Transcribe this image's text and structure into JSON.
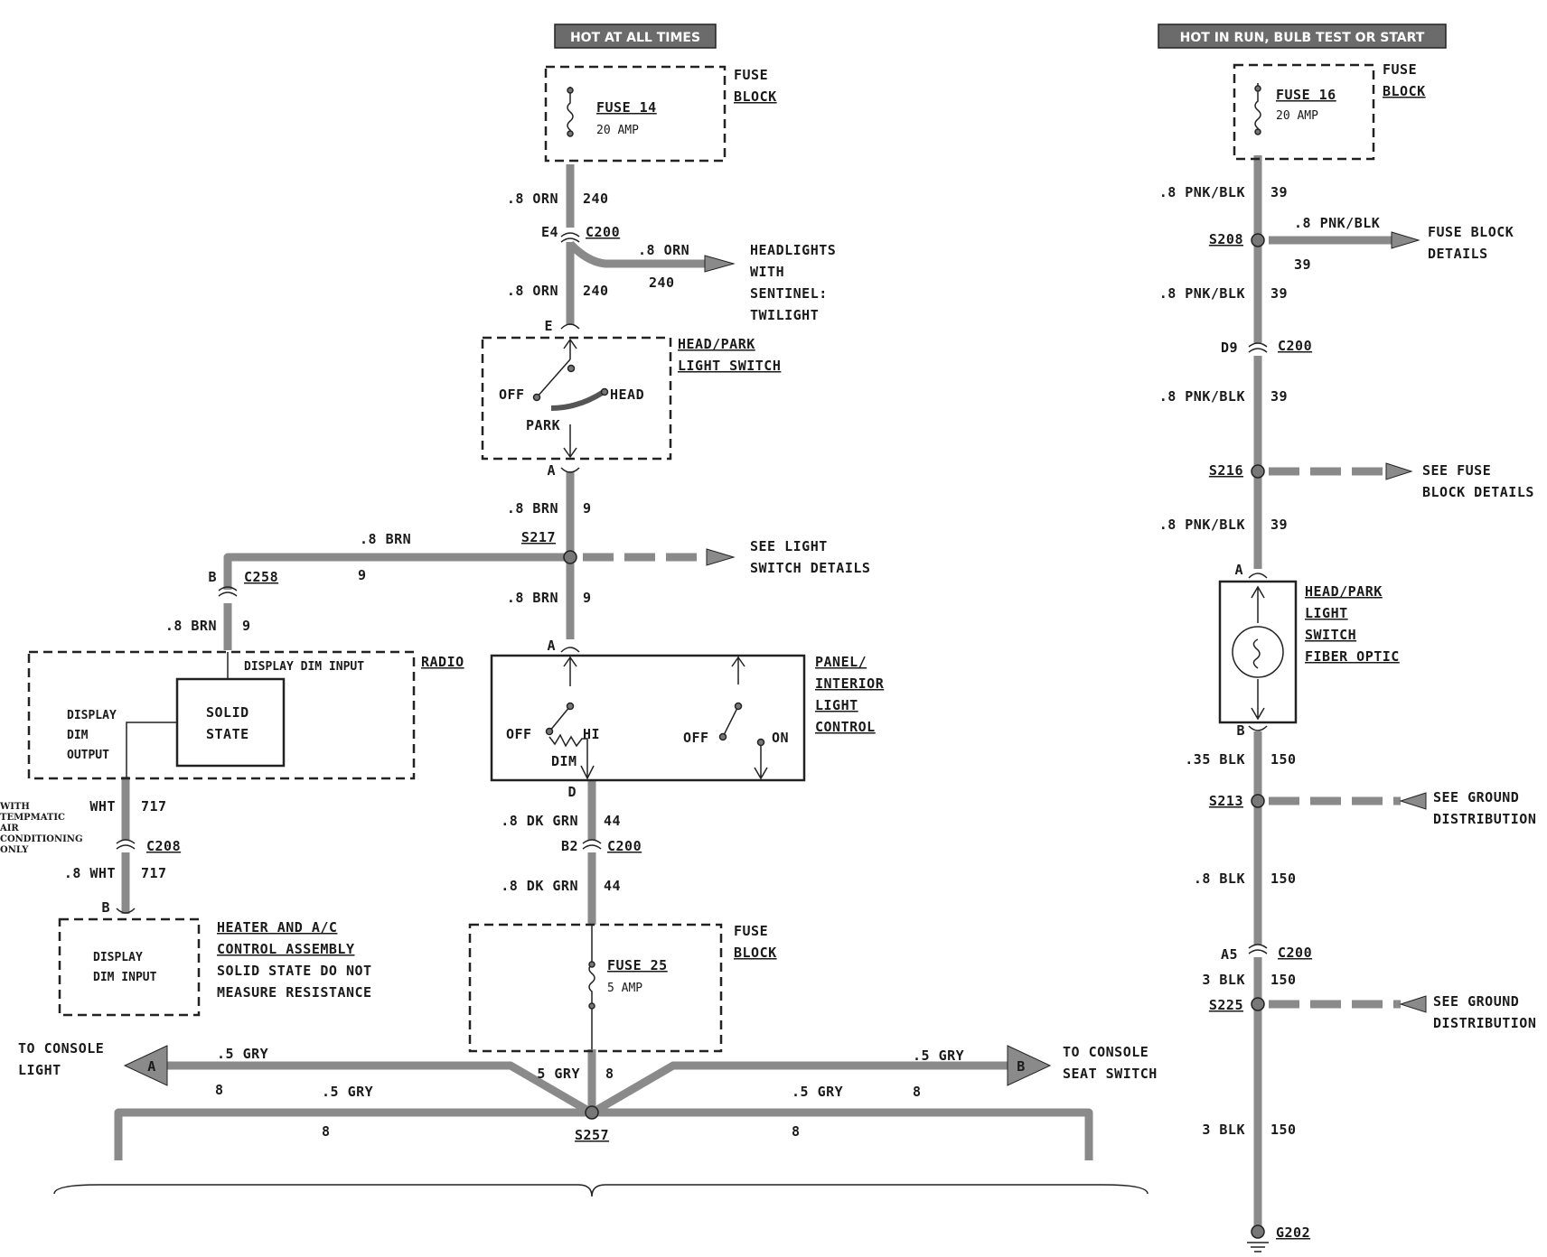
{
  "headers": {
    "hot_at_all_times": "HOT AT ALL TIMES",
    "hot_in_run": "HOT IN RUN, BULB TEST OR START"
  },
  "fuse14": {
    "label_fuse": "FUSE",
    "label_block": "BLOCK",
    "name": "FUSE 14",
    "rating": "20 AMP"
  },
  "fuse16": {
    "label_fuse": "FUSE",
    "label_block": "BLOCK",
    "name": "FUSE 16",
    "rating": "20 AMP"
  },
  "fuse25": {
    "label_fuse": "FUSE",
    "label_block": "BLOCK",
    "name": "FUSE 25",
    "rating": "5 AMP"
  },
  "wires": {
    "w1_color": ".8 ORN",
    "w1_num": "240",
    "w2_color": ".8 ORN",
    "w2_num": "240",
    "w3_color": ".8 ORN",
    "w3_num": "240",
    "w4_color": ".8 BRN",
    "w4_num": "9",
    "w5_color": ".8 BRN",
    "w5_num": "9",
    "w6_color": ".8 BRN",
    "w6_num": "9",
    "w7_color": ".8 BRN",
    "w7_num": "9",
    "w8_color": "WHT",
    "w8_num": "717",
    "w9_color": ".8 WHT",
    "w9_num": "717",
    "w10_color": ".8 DK GRN",
    "w10_num": "44",
    "w11_color": ".8 DK GRN",
    "w11_num": "44",
    "w12_color": "5 GRY",
    "w12_num": "8",
    "w13_color": ".5 GRY",
    "w13_num": "8",
    "w14_color": ".5 GRY",
    "w14_num": "8",
    "w15_color": ".5 GRY",
    "w15_num": "8",
    "w16_color": ".5 GRY",
    "w16_num": "8",
    "r1_color": ".8 PNK/BLK",
    "r1_num": "39",
    "r2_color": ".8 PNK/BLK",
    "r2_num": "39",
    "r3_color": ".8 PNK/BLK",
    "r3_num": "39",
    "r4_color": ".8 PNK/BLK",
    "r4_num": "39",
    "r5_color": ".8 PNK/BLK",
    "r5_num": "39",
    "r6_color": ".35 BLK",
    "r6_num": "150",
    "r7_color": ".8 BLK",
    "r7_num": "150",
    "r8_color": "3 BLK",
    "r8_num": "150",
    "r9_color": "3 BLK",
    "r9_num": "150"
  },
  "connectors": {
    "e4": "E4",
    "c200_a": "C200",
    "e": "E",
    "a1": "A",
    "s217": "S217",
    "b_c258": "B",
    "c258": "C258",
    "a2": "A",
    "d": "D",
    "b2": "B2",
    "c200_b": "C200",
    "c208": "C208",
    "b_heater": "B",
    "s257": "S257",
    "s208": "S208",
    "d9": "D9",
    "c200_c": "C200",
    "s216": "S216",
    "a_fiber": "A",
    "b_fiber": "B",
    "s213": "S213",
    "a5": "A5",
    "c200_d": "C200",
    "s225": "S225",
    "g202": "G202"
  },
  "components": {
    "headlights": [
      "HEADLIGHTS",
      "WITH",
      "SENTINEL:",
      "TWILIGHT"
    ],
    "head_park_switch": [
      "HEAD/PARK",
      "LIGHT SWITCH"
    ],
    "switch_off": "OFF",
    "switch_head": "HEAD",
    "switch_park": "PARK",
    "see_light_switch": [
      "SEE LIGHT",
      "SWITCH DETAILS"
    ],
    "radio": "RADIO",
    "display_dim_input": "DISPLAY DIM INPUT",
    "display_dim_output": [
      "DISPLAY",
      "DIM",
      "OUTPUT"
    ],
    "solid_state": [
      "SOLID",
      "STATE"
    ],
    "panel_control": [
      "PANEL/",
      "INTERIOR",
      "LIGHT",
      "CONTROL"
    ],
    "panel_off1": "OFF",
    "panel_hi": "HI",
    "panel_dim": "DIM",
    "panel_off2": "OFF",
    "panel_on": "ON",
    "tempmatic_note": [
      "WITH",
      "TEMPMATIC",
      "AIR",
      "CONDITIONING",
      "ONLY"
    ],
    "heater_box": [
      "DISPLAY",
      "DIM INPUT"
    ],
    "heater_label": [
      "HEATER AND A/C",
      "CONTROL ASSEMBLY",
      "SOLID STATE DO NOT",
      "MEASURE RESISTANCE"
    ],
    "to_console_light": [
      "TO CONSOLE",
      "LIGHT"
    ],
    "to_console_seat": [
      "TO CONSOLE",
      "SEAT SWITCH"
    ],
    "arrow_a": "A",
    "arrow_b": "B",
    "fuse_block_details": [
      "FUSE BLOCK",
      "DETAILS"
    ],
    "see_fuse_block": [
      "SEE FUSE",
      "BLOCK DETAILS"
    ],
    "fiber_optic": [
      "HEAD/PARK",
      "LIGHT",
      "SWITCH",
      "FIBER OPTIC"
    ],
    "ground_dist1": [
      "SEE GROUND",
      "DISTRIBUTION"
    ],
    "ground_dist2": [
      "SEE GROUND",
      "DISTRIBUTION"
    ]
  }
}
